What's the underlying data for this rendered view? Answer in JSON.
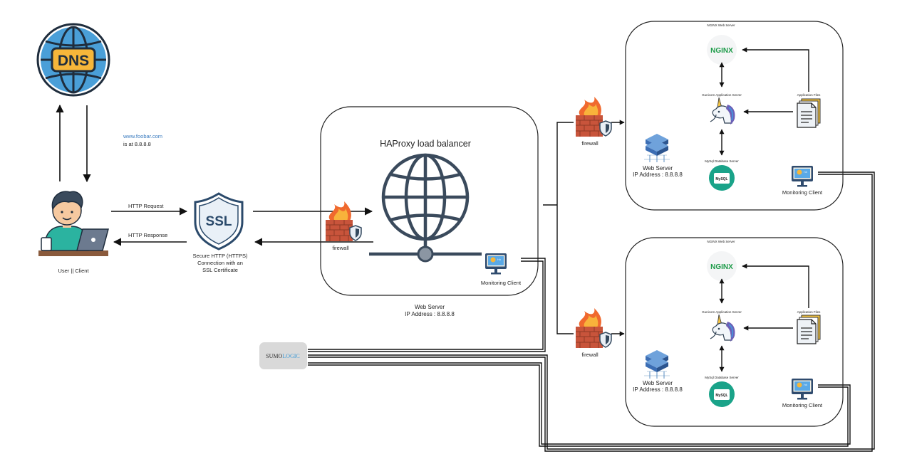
{
  "dns": {
    "label": "DNS"
  },
  "dns_note": {
    "line1": "www.foobar.com",
    "line2": "is at 8.8.8.8"
  },
  "user": {
    "label": "User || Client"
  },
  "http_request": "HTTP Request",
  "http_response": "HTTP Response",
  "ssl": {
    "label": "SSL",
    "caption_line1": "Secure HTTP (HTTPS)",
    "caption_line2": "Connection with an",
    "caption_line3": "SSL Certificate"
  },
  "lb_server": {
    "title": "HAProxy load balancer",
    "firewall": "firewall",
    "monitoring": "Monitoring Client",
    "caption_line1": "Web Server",
    "caption_line2": "IP Address : 8.8.8.8"
  },
  "sumo": {
    "part1": "SUMO",
    "part2": "LOGIC"
  },
  "web_servers": [
    {
      "header": "NGINX Web Server",
      "nginx": "NGINX",
      "gunicorn": "Gunicorn Application Server",
      "mysql_label": "MySql Database Server",
      "mysql_logo": "MySQL",
      "app_files": "Application Files",
      "server_line1": "Web Server",
      "server_line2": "IP Address : 8.8.8.8",
      "monitoring": "Monitoring Client",
      "firewall": "firewall"
    },
    {
      "header": "NGINX Web Server",
      "nginx": "NGINX",
      "gunicorn": "Gunicorn Application Server",
      "mysql_label": "MySql Database Server",
      "mysql_logo": "MySQL",
      "app_files": "Application Files",
      "server_line1": "Web Server",
      "server_line2": "IP Address : 8.8.8.8",
      "monitoring": "Monitoring Client",
      "firewall": "firewall"
    }
  ],
  "colors": {
    "globe_blue": "#4a9fd8",
    "dns_badge": "#f6b63a",
    "ssl_navy": "#2b4a6b",
    "nginx_green": "#1c9b48",
    "mysql_teal": "#1aa389",
    "sumo_blue": "#3e9ad6"
  }
}
